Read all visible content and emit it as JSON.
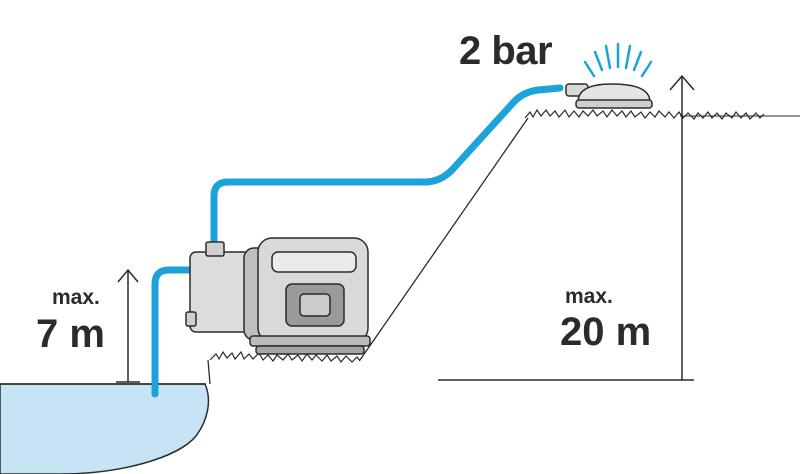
{
  "labels": {
    "pressure": "2 bar",
    "suction_max_prefix": "max.",
    "suction_max_value": "7 m",
    "head_max_prefix": "max.",
    "head_max_value": "20 m"
  },
  "colors": {
    "hose": "#1ba3da",
    "water": "#c7e4f4",
    "line": "#2b2b2b",
    "pump_body": "#d9d9d9",
    "pump_shadow": "#9a9a9a"
  },
  "icons": [
    "water-pump-icon",
    "sprinkler-icon",
    "grass-icon",
    "arrow-up-icon"
  ]
}
